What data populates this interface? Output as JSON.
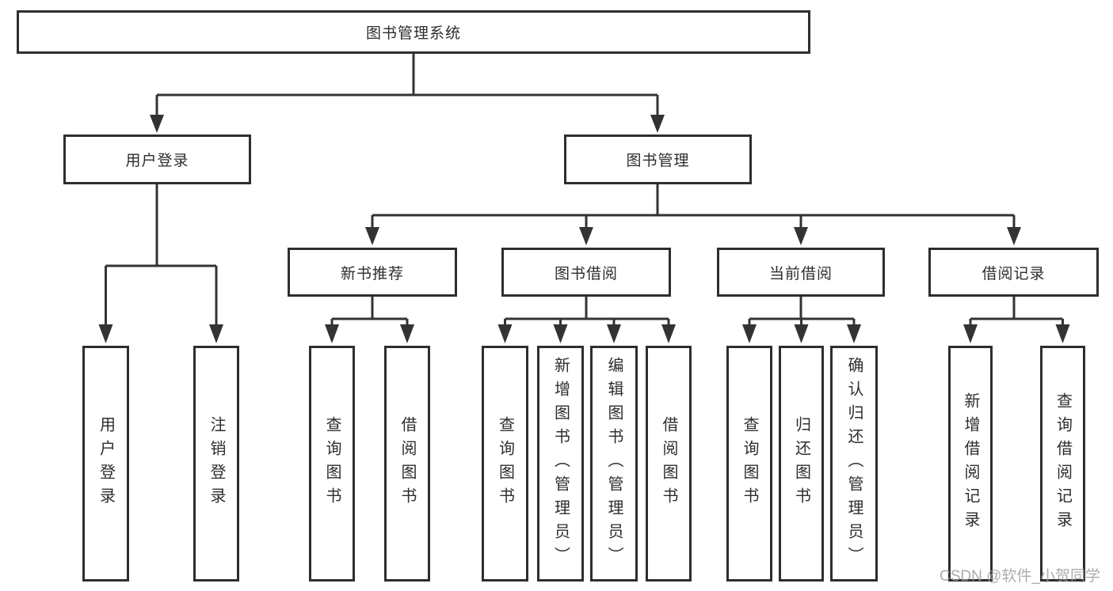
{
  "tree": {
    "label": "图书管理系统",
    "children": [
      {
        "label": "用户登录",
        "children": [
          {
            "label": "用户登录"
          },
          {
            "label": "注销登录"
          }
        ]
      },
      {
        "label": "图书管理",
        "children": [
          {
            "label": "新书推荐",
            "children": [
              {
                "label": "查询图书"
              },
              {
                "label": "借阅图书"
              }
            ]
          },
          {
            "label": "图书借阅",
            "children": [
              {
                "label": "查询图书"
              },
              {
                "label": "新增图书（管理员）"
              },
              {
                "label": "编辑图书（管理员）"
              },
              {
                "label": "借阅图书"
              }
            ]
          },
          {
            "label": "当前借阅",
            "children": [
              {
                "label": "查询图书"
              },
              {
                "label": "归还图书"
              },
              {
                "label": "确认归还（管理员）"
              }
            ]
          },
          {
            "label": "借阅记录",
            "children": [
              {
                "label": "新增借阅记录"
              },
              {
                "label": "查询借阅记录"
              }
            ]
          }
        ]
      }
    ]
  },
  "watermark": {
    "text": "CSDN @软件_小贺同学"
  },
  "colors": {
    "line": "#333333",
    "box_border": "#2e2e2e",
    "text": "#2d2d2d",
    "watermark": "#9e9e9e",
    "background": "#ffffff"
  }
}
